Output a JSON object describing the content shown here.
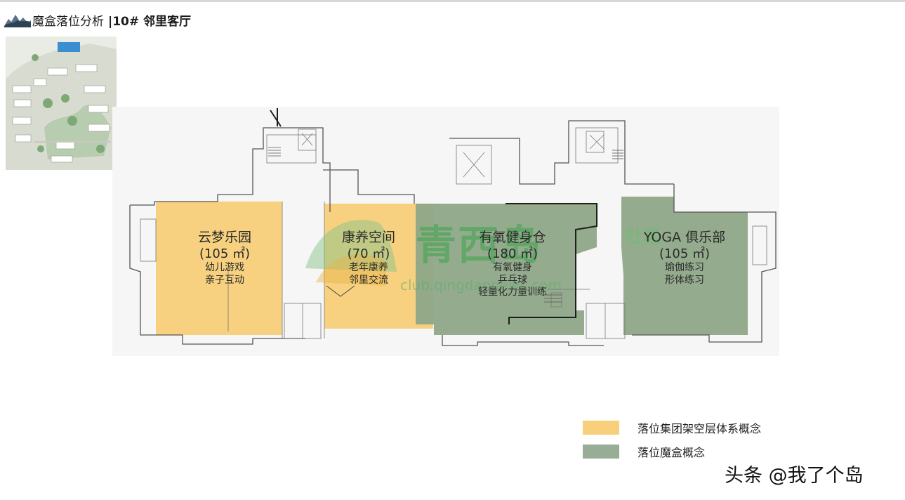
{
  "header": {
    "title": "魔盒落位分析",
    "subtitle": "|10# 邻里客厅"
  },
  "colors": {
    "yellow_zone": "#f6cd74",
    "green_zone": "#8ea788",
    "legend_yellow": "#f8cf7b",
    "legend_green": "#98ad95"
  },
  "zones": [
    {
      "name": "云梦乐园",
      "area": "(105 ㎡)",
      "activities": [
        "幼儿游戏",
        "亲子互动"
      ]
    },
    {
      "name": "康养空间",
      "area": "(70 ㎡)",
      "activities": [
        "老年康养",
        "邻里交流"
      ]
    },
    {
      "name": "有氧健身仓",
      "area": "(180 ㎡)",
      "activities": [
        "有氧健身",
        "乒乓球",
        "轻量化力量训练"
      ]
    },
    {
      "name": "YOGA 俱乐部",
      "area": "(105 ㎡)",
      "activities": [
        "瑜伽练习",
        "形体练习"
      ]
    }
  ],
  "watermark": {
    "chinese": "青西岛",
    "url": "club.qingdaonews.com",
    "tag": "社区"
  },
  "legend": [
    {
      "label": "落位集团架空层体系概念",
      "color": "#f8cf7b"
    },
    {
      "label": "落位魔盒概念",
      "color": "#98ad95"
    }
  ],
  "credit": "头条 @我了个岛"
}
